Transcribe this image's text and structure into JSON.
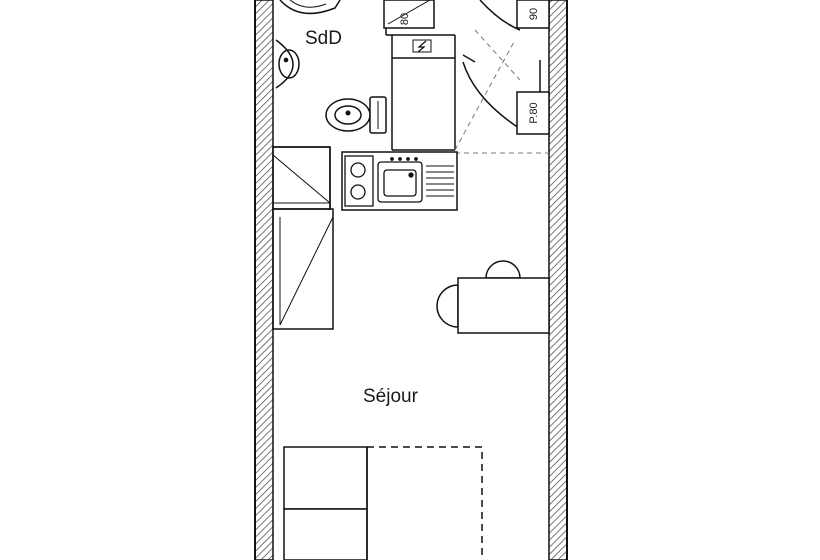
{
  "floor_plan": {
    "rooms": {
      "bathroom": "SdD",
      "living_room": "Séjour"
    },
    "door_labels": {
      "bathroom_door": "80",
      "entry_door_top": "90",
      "entry_door_bottom": "P.80"
    },
    "colors": {
      "wall_hatch": "#8a8a8a",
      "line": "#111111",
      "background": "#ffffff"
    },
    "icons": [
      "electric-panel-icon",
      "wash-basin-icon",
      "toilet-icon",
      "shower-icon",
      "cooktop-icon",
      "kitchen-sink-icon"
    ]
  }
}
